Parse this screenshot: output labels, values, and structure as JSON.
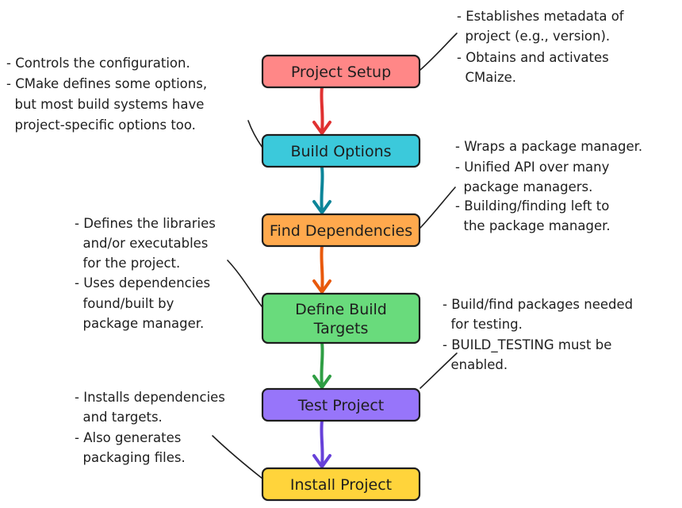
{
  "nodes": {
    "project_setup": {
      "label": "Project Setup",
      "color": "#ff8787"
    },
    "build_options": {
      "label": "Build Options",
      "color": "#3bc9db"
    },
    "find_dependencies": {
      "label": "Find Dependencies",
      "color": "#ffa94d"
    },
    "define_build_targets": {
      "line1": "Define Build",
      "line2": "Targets",
      "color": "#69db7c"
    },
    "test_project": {
      "label": "Test Project",
      "color": "#9775fa"
    },
    "install_project": {
      "label": "Install Project",
      "color": "#ffd43b"
    }
  },
  "arrows": {
    "setup_to_options": {
      "color": "#e03131"
    },
    "options_to_dependencies": {
      "color": "#0c8599"
    },
    "dependencies_to_targets": {
      "color": "#e8590c"
    },
    "targets_to_test": {
      "color": "#2f9e44"
    },
    "test_to_install": {
      "color": "#6741d9"
    }
  },
  "notes": {
    "project_setup": {
      "lines": [
        "- Establishes metadata of",
        "  project (e.g., version).",
        "- Obtains and activates",
        "  CMaize."
      ]
    },
    "build_options": {
      "lines": [
        "- Controls the configuration.",
        "- CMake defines some options,",
        "  but most build systems have",
        "  project-specific options too."
      ]
    },
    "find_dependencies": {
      "lines": [
        "- Wraps a package manager.",
        "- Unified API over many",
        "  package managers.",
        "- Building/finding left to",
        "  the package manager."
      ]
    },
    "define_build_targets": {
      "lines": [
        "- Defines the libraries",
        "  and/or executables",
        "  for the project.",
        "- Uses dependencies",
        "  found/built by",
        "  package manager."
      ]
    },
    "test_project": {
      "lines": [
        "- Build/find packages needed",
        "  for testing.",
        "- BUILD_TESTING must be",
        "  enabled."
      ]
    },
    "install_project": {
      "lines": [
        "- Installs dependencies",
        "  and targets.",
        "- Also generates",
        "  packaging files."
      ]
    }
  },
  "stroke_color": "#1e1e1e"
}
